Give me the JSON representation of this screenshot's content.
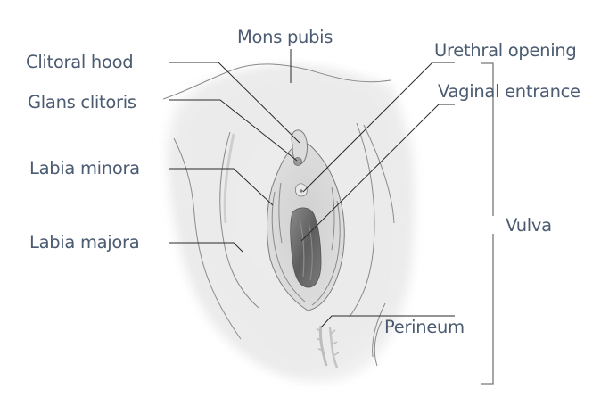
{
  "diagram": {
    "labels": {
      "mons_pubis": "Mons pubis",
      "clitoral_hood": "Clitoral hood",
      "glans_clitoris": "Glans clitoris",
      "labia_minora": "Labia minora",
      "labia_majora": "Labia majora",
      "urethral_opening": "Urethral opening",
      "vaginal_entrance": "Vaginal entrance",
      "vulva": "Vulva",
      "perineum": "Perineum"
    },
    "colors": {
      "label_text": "#4b5b72",
      "leader_line": "#2a2a2a",
      "bracket": "#777777",
      "skin_shade": "#e6e6e6",
      "vaginal_shade": "#6a6a6a"
    }
  }
}
